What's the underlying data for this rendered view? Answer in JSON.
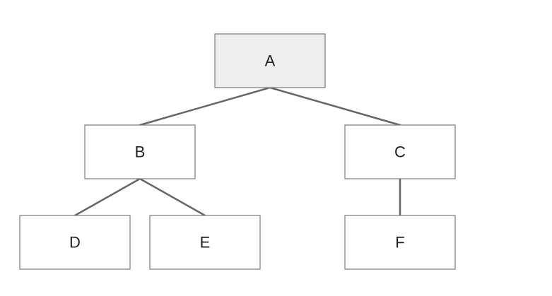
{
  "diagram": {
    "nodes": [
      {
        "id": "A",
        "label": "A",
        "highlighted": true
      },
      {
        "id": "B",
        "label": "B",
        "highlighted": false
      },
      {
        "id": "C",
        "label": "C",
        "highlighted": false
      },
      {
        "id": "D",
        "label": "D",
        "highlighted": false
      },
      {
        "id": "E",
        "label": "E",
        "highlighted": false
      },
      {
        "id": "F",
        "label": "F",
        "highlighted": false
      }
    ],
    "edges": [
      {
        "from": "A",
        "to": "B"
      },
      {
        "from": "A",
        "to": "C"
      },
      {
        "from": "B",
        "to": "D"
      },
      {
        "from": "B",
        "to": "E"
      },
      {
        "from": "C",
        "to": "F"
      }
    ],
    "colors": {
      "highlighted_fill": "#eeeeee",
      "default_fill": "#ffffff",
      "edge": "#666666",
      "border": "#7a7a7a"
    }
  }
}
